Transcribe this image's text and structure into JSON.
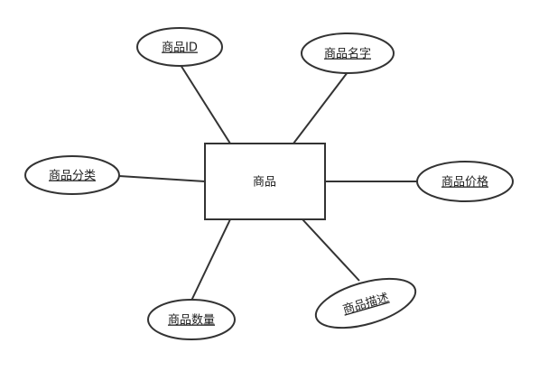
{
  "diagram": {
    "entity": {
      "label": "商品"
    },
    "attributes": [
      {
        "key": "id",
        "label": "商品ID",
        "underlined": true
      },
      {
        "key": "name",
        "label": "商品名字",
        "underlined": true
      },
      {
        "key": "category",
        "label": "商品分类",
        "underlined": true
      },
      {
        "key": "price",
        "label": "商品价格",
        "underlined": true
      },
      {
        "key": "quantity",
        "label": "商品数量",
        "underlined": true
      },
      {
        "key": "description",
        "label": "商品描述",
        "underlined": true
      }
    ],
    "colors": {
      "stroke": "#333333",
      "fill": "#ffffff",
      "text": "#222222"
    }
  }
}
